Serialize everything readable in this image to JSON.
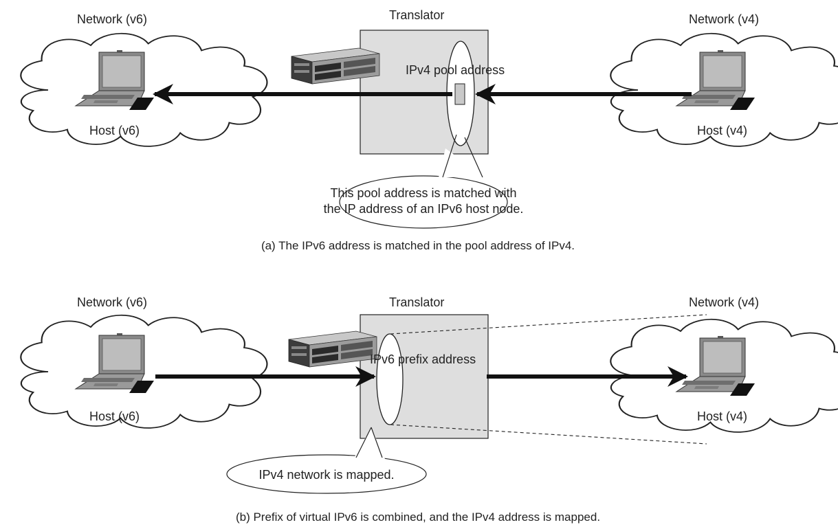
{
  "panel_a": {
    "network_left": "Network (v6)",
    "translator": "Translator",
    "network_right": "Network (v4)",
    "pool_label": "IPv4 pool address",
    "host_left": "Host (v6)",
    "host_right": "Host (v4)",
    "callout_line1": "This pool address is matched with",
    "callout_line2": "the IP address of an IPv6 host node.",
    "caption": "(a) The IPv6 address is matched in the pool address of IPv4."
  },
  "panel_b": {
    "network_left": "Network (v6)",
    "translator": "Translator",
    "network_right": "Network (v4)",
    "prefix_label": "IPv6 prefix address",
    "host_left": "Host (v6)",
    "host_right": "Host (v4)",
    "callout": "IPv4 network is mapped.",
    "caption": "(b) Prefix of virtual IPv6 is combined, and the IPv4 address is mapped."
  },
  "colors": {
    "translator_fill": "#dedede",
    "arrow": "#111111",
    "laptop_body": "#8a8a8a",
    "laptop_screen": "#bdbdbd"
  },
  "icons": [
    "cloud-icon",
    "laptop-icon",
    "server-icon"
  ]
}
